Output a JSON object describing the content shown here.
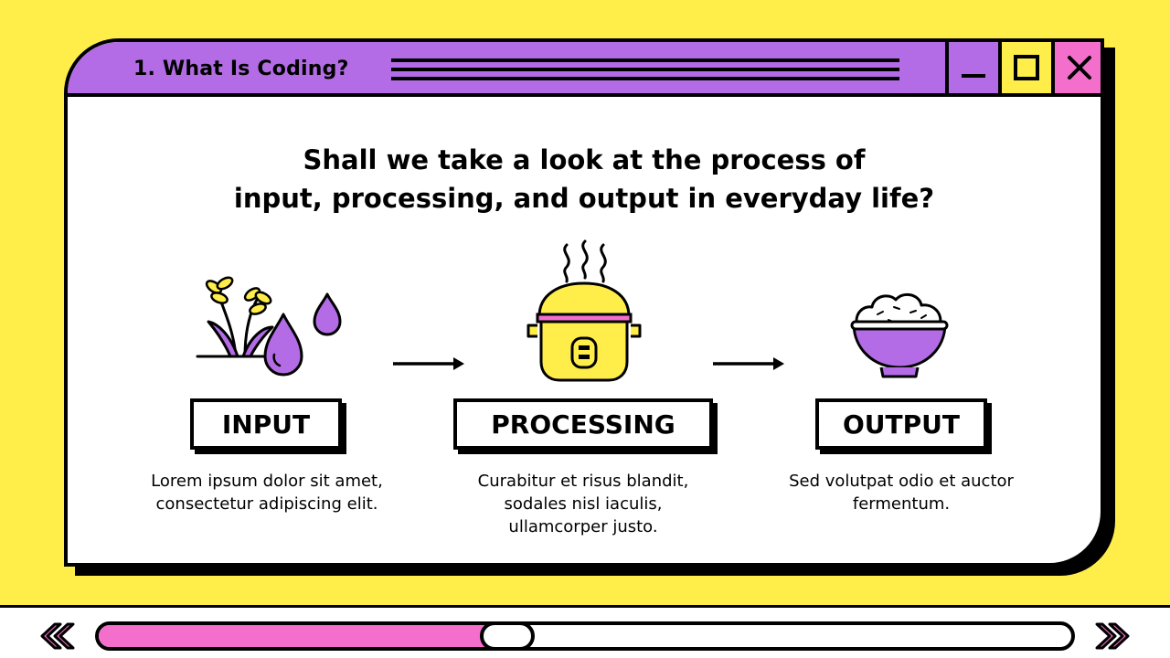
{
  "window": {
    "title": "1. What Is Coding?",
    "controls": {
      "minimize": "minimize",
      "maximize": "maximize",
      "close": "close"
    }
  },
  "heading": {
    "line1": "Shall we take a look at the process of",
    "line2": "input, processing, and output in everyday life?"
  },
  "steps": [
    {
      "label": "INPUT",
      "desc1": "Lorem ipsum dolor sit amet,",
      "desc2": "consectetur adipiscing elit.",
      "desc3": "",
      "icon": "rice-plant-water-icon"
    },
    {
      "label": "PROCESSING",
      "desc1": "Curabitur et risus blandit,",
      "desc2": "sodales nisl iaculis,",
      "desc3": "ullamcorper justo.",
      "icon": "rice-cooker-icon"
    },
    {
      "label": "OUTPUT",
      "desc1": "Sed volutpat odio et auctor",
      "desc2": "fermentum.",
      "desc3": "",
      "icon": "rice-bowl-icon"
    }
  ],
  "progress": {
    "value": 0.4
  },
  "colors": {
    "background": "#FFEE4A",
    "purple": "#B36CE6",
    "pink": "#F46FCB",
    "yellow": "#FFEE4A"
  }
}
